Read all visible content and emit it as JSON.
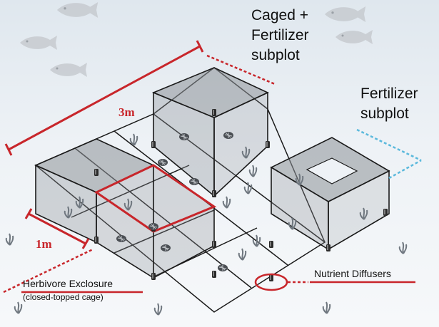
{
  "labels": {
    "caged_fertilizer": [
      "Caged +",
      "Fertilizer",
      "subplot"
    ],
    "fertilizer": [
      "Fertilizer",
      "subplot"
    ],
    "scale_3m": "3m",
    "scale_1m": "1m",
    "herbivore_exclosure": "Herbivore Exclosure",
    "closed_topped_cage": "(closed-topped cage)",
    "nutrient_diffusers": "Nutrient Diffusers"
  },
  "colors": {
    "accent_red": "#c8262b",
    "leader_blue": "#5bb9dc",
    "cage_fill": "#8d9197",
    "line": "#1a1a1a"
  },
  "icons": [
    "fish-icon",
    "seaweed-icon",
    "coral-icon",
    "diffuser-icon"
  ]
}
